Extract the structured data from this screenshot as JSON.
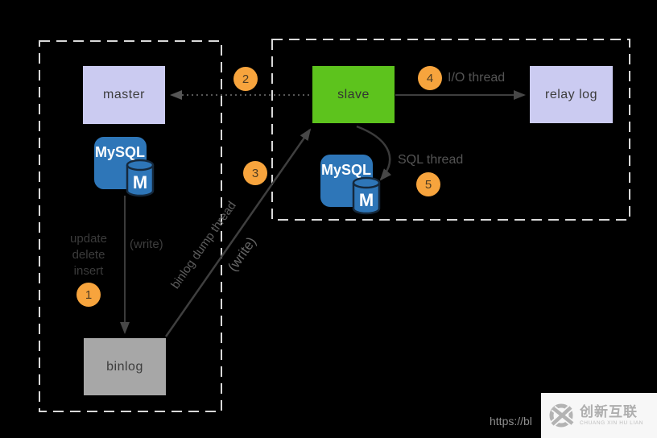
{
  "nodes": {
    "master": {
      "label": "master",
      "bg": "#cbcbf1"
    },
    "slave": {
      "label": "slave",
      "bg": "#5dc31d"
    },
    "relay_log": {
      "label": "relay log",
      "bg": "#cbcbf1"
    },
    "binlog": {
      "label": "binlog",
      "bg": "#a7a7a7"
    }
  },
  "mysql_icon": {
    "title": "MySQL",
    "letter": "M",
    "color": "#2e76b8"
  },
  "steps": [
    "1",
    "2",
    "3",
    "4",
    "5"
  ],
  "labels": {
    "ops": [
      "update",
      "delete",
      "insert"
    ],
    "write_master": "(write)",
    "binlog_dump_thread": "binlog dump thread",
    "write_dump": "(write)",
    "io_thread": "I/O thread",
    "sql_thread": "SQL thread"
  },
  "footer": {
    "url": "https://bl"
  },
  "watermark": {
    "brand": "创新互联",
    "subtitle": "CHUANG XIN HU LIAN"
  },
  "colors": {
    "background": "#000000",
    "node_lavender": "#cbcbf1",
    "node_green": "#5dc31d",
    "node_gray": "#a7a7a7",
    "badge_orange": "#f7a43d",
    "mysql_blue": "#2e76b8",
    "dashed_border": "#d9d9d9",
    "arrow": "#474747"
  }
}
